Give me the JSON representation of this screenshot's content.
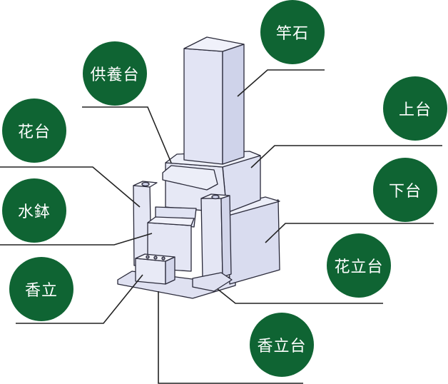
{
  "title": "墓石の各部名称",
  "colors": {
    "label_bg": "#0f6433",
    "label_text": "#ffffff",
    "stone": "#e4e6f4",
    "stone_side": "#d2d5ea",
    "line": "#222222"
  },
  "labels": [
    {
      "id": "saoishi",
      "text": "竿石"
    },
    {
      "id": "kuyodai",
      "text": "供養台"
    },
    {
      "id": "jodai",
      "text": "上台"
    },
    {
      "id": "kadai",
      "text": "花台"
    },
    {
      "id": "gedai",
      "text": "下台"
    },
    {
      "id": "mizubachi",
      "text": "水鉢"
    },
    {
      "id": "hanatatedai",
      "text": "花立台"
    },
    {
      "id": "kotate",
      "text": "香立"
    },
    {
      "id": "kotatedai",
      "text": "香立台"
    }
  ]
}
